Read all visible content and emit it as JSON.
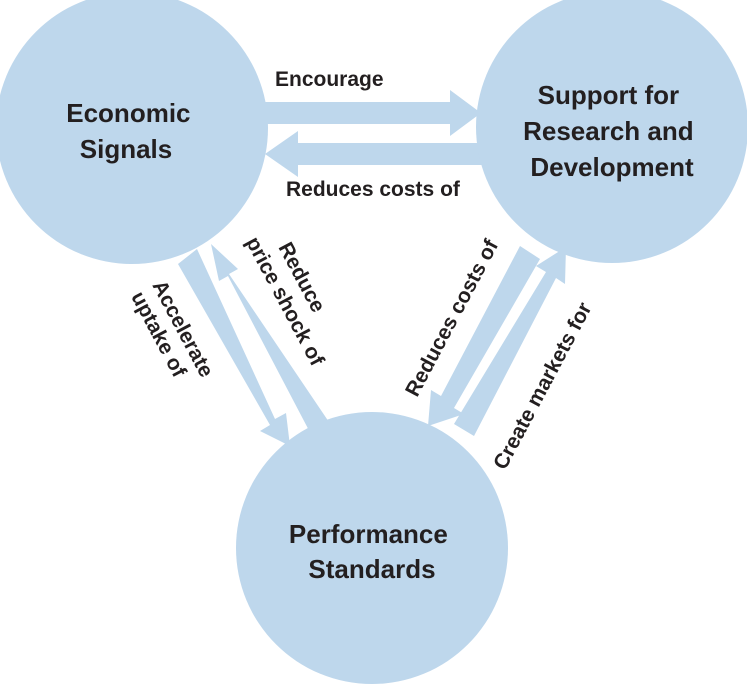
{
  "nodes": {
    "economic": {
      "line1": "Economic",
      "line2": "Signals"
    },
    "research": {
      "line1": "Support for",
      "line2": "Research and",
      "line3": "Development"
    },
    "standards": {
      "line1": "Performance",
      "line2": "Standards"
    }
  },
  "edges": {
    "encourage": "Encourage",
    "reduces_costs_top": "Reduces costs of",
    "accelerate": {
      "line1": "Accelerate",
      "line2": "uptake of"
    },
    "reduce_price": {
      "line1": "Reduce",
      "line2": "price shock of"
    },
    "reduces_costs_right": "Reduces costs of",
    "create_markets": "Create markets for"
  },
  "colors": {
    "shape_fill": "#bed7ec",
    "text": "#231f20"
  }
}
